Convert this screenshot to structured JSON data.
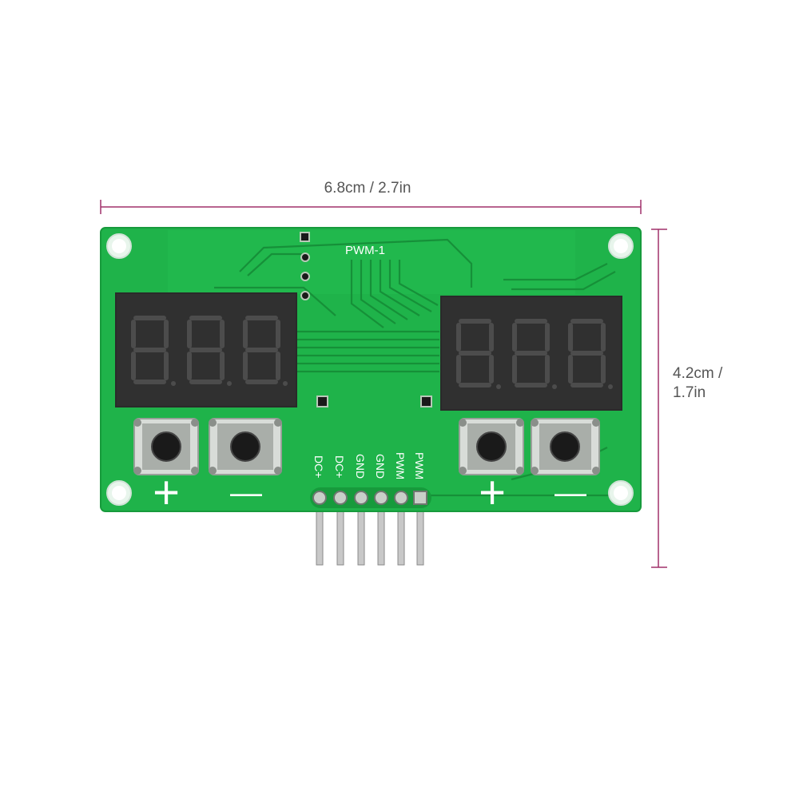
{
  "dimensions": {
    "width_label": "6.8cm / 2.7in",
    "height_label_line1": "4.2cm /",
    "height_label_line2": "1.7in",
    "line_color": "#a0306a"
  },
  "board": {
    "silkscreen_title": "PWM-1",
    "pin_labels": [
      "DC+",
      "DC+",
      "GND",
      "GND",
      "PWM",
      "PWM"
    ],
    "left_buttons": {
      "plus": "+",
      "minus": "—"
    },
    "right_buttons": {
      "plus": "+",
      "minus": "—"
    },
    "pcb_color": "#1fb34a",
    "display_color": "#2a2a2a"
  }
}
